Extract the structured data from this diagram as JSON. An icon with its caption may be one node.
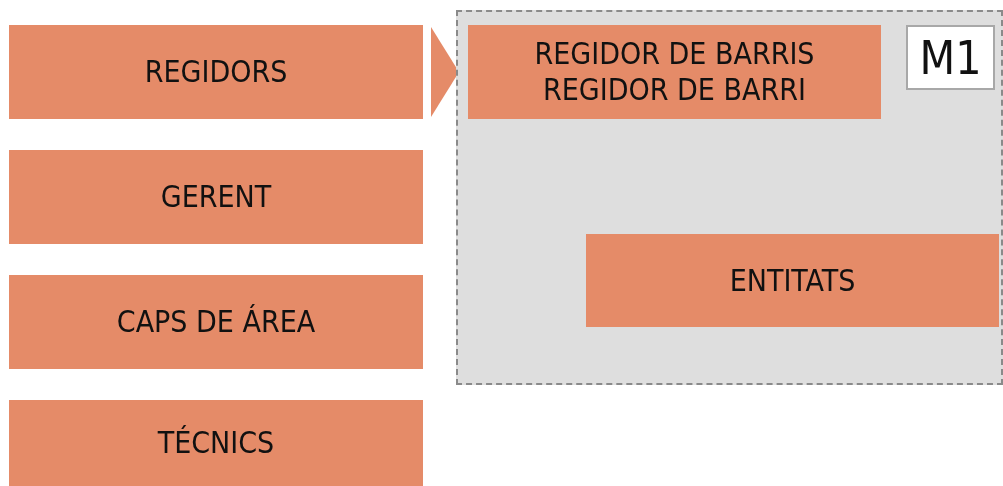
{
  "diagram": {
    "nodes": [
      {
        "text": [
          "REGIDORS"
        ]
      },
      {
        "text": [
          "GERENT"
        ]
      },
      {
        "text": [
          "CAPS DE ÁREA"
        ]
      },
      {
        "text": [
          "TÉCNICS"
        ]
      },
      {
        "text": [],
        "shape": "box"
      },
      {
        "text": [
          "REGIDOR DE BARRIS REGIDOR DE BARRI"
        ],
        "in": 4
      },
      {
        "text": [
          "M1"
        ],
        "in": 4
      },
      {
        "text": [
          "ENTITATS"
        ],
        "in": 4
      }
    ],
    "edges": [
      {
        "from": 0,
        "to": 4,
        "arrow": "to"
      }
    ]
  }
}
